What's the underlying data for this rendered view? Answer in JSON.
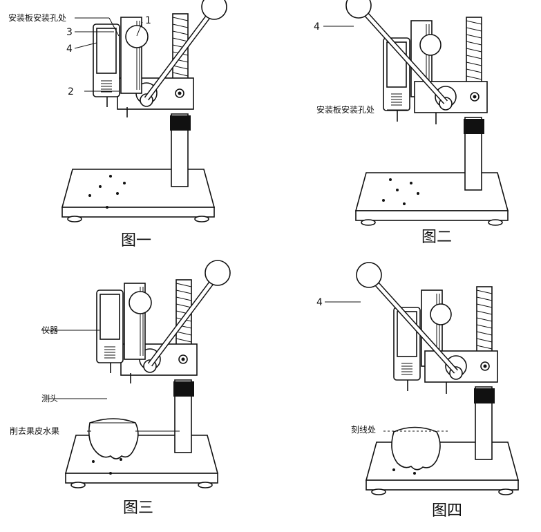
{
  "figures": [
    {
      "caption": "图一",
      "labels": {
        "mount_hole": "安装板安装孔处",
        "n1": "1",
        "n2": "2",
        "n3": "3",
        "n4": "4"
      }
    },
    {
      "caption": "图二",
      "labels": {
        "n4": "4",
        "mount_hole": "安装板安装孔处"
      }
    },
    {
      "caption": "图三",
      "labels": {
        "instrument": "仪器",
        "probe": "测头",
        "fruit": "削去果皮水果"
      }
    },
    {
      "caption": "图四",
      "labels": {
        "n4": "4",
        "mark_line": "刻线处"
      }
    }
  ]
}
